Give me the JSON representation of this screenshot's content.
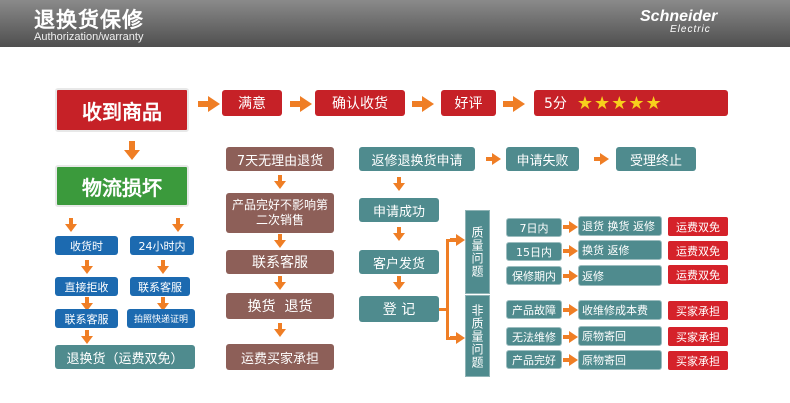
{
  "header": {
    "title": "退换货保修",
    "subtitle": "Authorization/warranty",
    "brand_name": "Schneider",
    "brand_sub": "Electric"
  },
  "flow_top": {
    "receive": "收到商品",
    "satisfied": "满意",
    "confirm": "确认收货",
    "good_review": "好评",
    "score": "5分",
    "stars": "★★★★★"
  },
  "logistics": {
    "damaged": "物流损坏",
    "on_receipt": "收货时",
    "within_24h": "24小时内",
    "reject": "直接拒收",
    "contact_cs_right": "联系客服",
    "contact_cs_left": "联系客服",
    "photo_proof": "拍照快递证明",
    "result": "退换货（运费双免）"
  },
  "no_reason": {
    "seven_days": "7天无理由退货",
    "condition": "产品完好不影响第二次销售",
    "contact_cs": "联系客服",
    "exchange_return": "换货  退货",
    "buyer_shipping": "运费买家承担"
  },
  "repair": {
    "apply": "返修退换货申请",
    "failed": "申请失败",
    "terminated": "受理终止",
    "success": "申请成功",
    "customer_ship": "客户发货",
    "register": "登 记",
    "quality_issue": "质量问题",
    "non_quality_issue": "非质量问题",
    "quality_rows": [
      {
        "condition": "7日内",
        "action": "退货 换货 返修",
        "fee": "运费双免"
      },
      {
        "condition": "15日内",
        "action": "换货 返修",
        "fee": "运费双免"
      },
      {
        "condition": "保修期内",
        "action": "返修",
        "fee": "运费双免"
      }
    ],
    "non_quality_rows": [
      {
        "condition": "产品故障",
        "action": "收维修成本费",
        "fee": "买家承担"
      },
      {
        "condition": "无法维修",
        "action": "原物寄回",
        "fee": "买家承担"
      },
      {
        "condition": "产品完好",
        "action": "原物寄回",
        "fee": "买家承担"
      }
    ]
  },
  "colors": {
    "header_gray": "#5e5e5e",
    "red": "#c62127",
    "green": "#3b9a3c",
    "blue": "#1c6ab0",
    "brown": "#8d5f58",
    "teal": "#4f8b8e",
    "arrow_orange": "#ef7e25",
    "star_yellow": "#f7d01c"
  }
}
